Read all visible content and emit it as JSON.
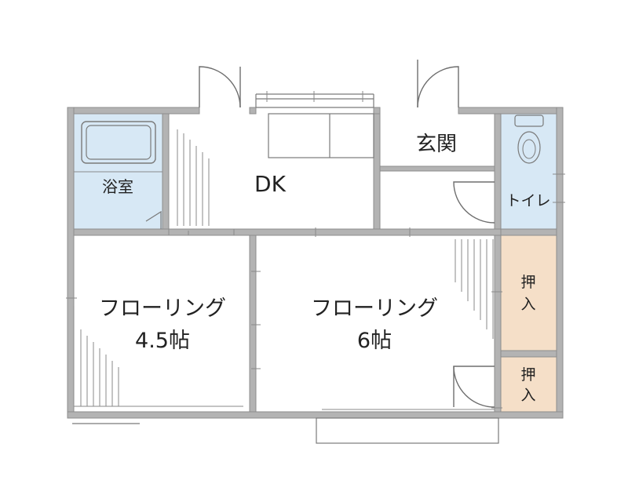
{
  "rooms": {
    "bath": "浴室",
    "dk": "DK",
    "entrance": "玄関",
    "toilet": "トイレ",
    "room_a_type": "フローリング",
    "room_a_size": "4.5帖",
    "room_b_type": "フローリング",
    "room_b_size": "6帖",
    "closet_upper_1": "押",
    "closet_upper_2": "入",
    "closet_lower_1": "押",
    "closet_lower_2": "入"
  },
  "colors": {
    "wet_area": "#d7e8f5",
    "closet": "#f5dfc8",
    "wall": "#b3b3b3",
    "line": "#7a7a7a"
  }
}
